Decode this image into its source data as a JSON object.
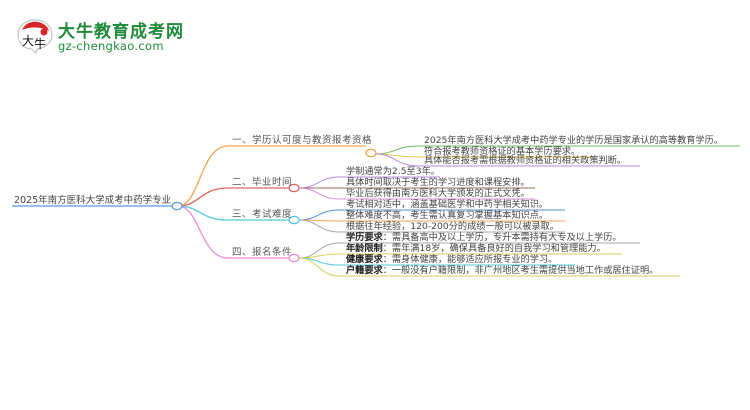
{
  "logo": {
    "badge_text": "大牛",
    "title": "大牛教育成考网",
    "url": "gz-chengkao.com"
  },
  "mindmap": {
    "root": "2025年南方医科大学成考中药学专业",
    "branches": [
      {
        "label": "一、学历认可度与教资报考资格",
        "color": "#f5a24b",
        "leaves": [
          {
            "text": "2025年南方医科大学成考中药学专业的学历是国家承认的高等教育学历。",
            "color": "#6cbf5a"
          },
          {
            "text": "符合报考教师资格证的基本学历要求。",
            "color": "#e6c84a"
          },
          {
            "text": "具体能否报考需根据教师资格证的相关政策判断。",
            "color": "#b48be0"
          }
        ]
      },
      {
        "label": "二、毕业时间",
        "color": "#e06666",
        "leaves": [
          {
            "text": "学制通常为2.5至3年。",
            "color": "#b48be0"
          },
          {
            "text": "具体时间取决于考生的学习进度和课程安排。",
            "color": "#9c6b5e"
          },
          {
            "text": "毕业后获得由南方医科大学颁发的正式文凭。",
            "color": "#e28ad8"
          }
        ]
      },
      {
        "label": "三、考试难度",
        "color": "#4fc9dc",
        "leaves": [
          {
            "text": "考试相对适中，涵盖基础医学和中药学相关知识。",
            "color": "#4a90d0"
          },
          {
            "text": "整体难度不高，考生需认真复习掌握基本知识点。",
            "color": "#f5a24b"
          },
          {
            "text": "根据往年经验，120-200分的成绩一般可以被录取。",
            "color": "#a9a9a9"
          }
        ]
      },
      {
        "label": "四、报名条件",
        "color": "#e88ad6",
        "leaves": [
          {
            "key": "学历要求",
            "text": "：需具备高中及以上学历，专升本需持有大专及以上学历。",
            "color": "#a9a9a9"
          },
          {
            "key": "年龄限制",
            "text": "：需年满18岁，确保具备良好的自我学习和管理能力。",
            "color": "#d6cf5a"
          },
          {
            "key": "健康要求",
            "text": "：需身体健康，能够适应所报专业的学习。",
            "color": "#4fc9dc"
          },
          {
            "key": "户籍要求",
            "text": "：一般没有户籍限制，非广州地区考生需提供当地工作或居住证明。",
            "color": "#d6cf5a"
          }
        ]
      }
    ]
  }
}
